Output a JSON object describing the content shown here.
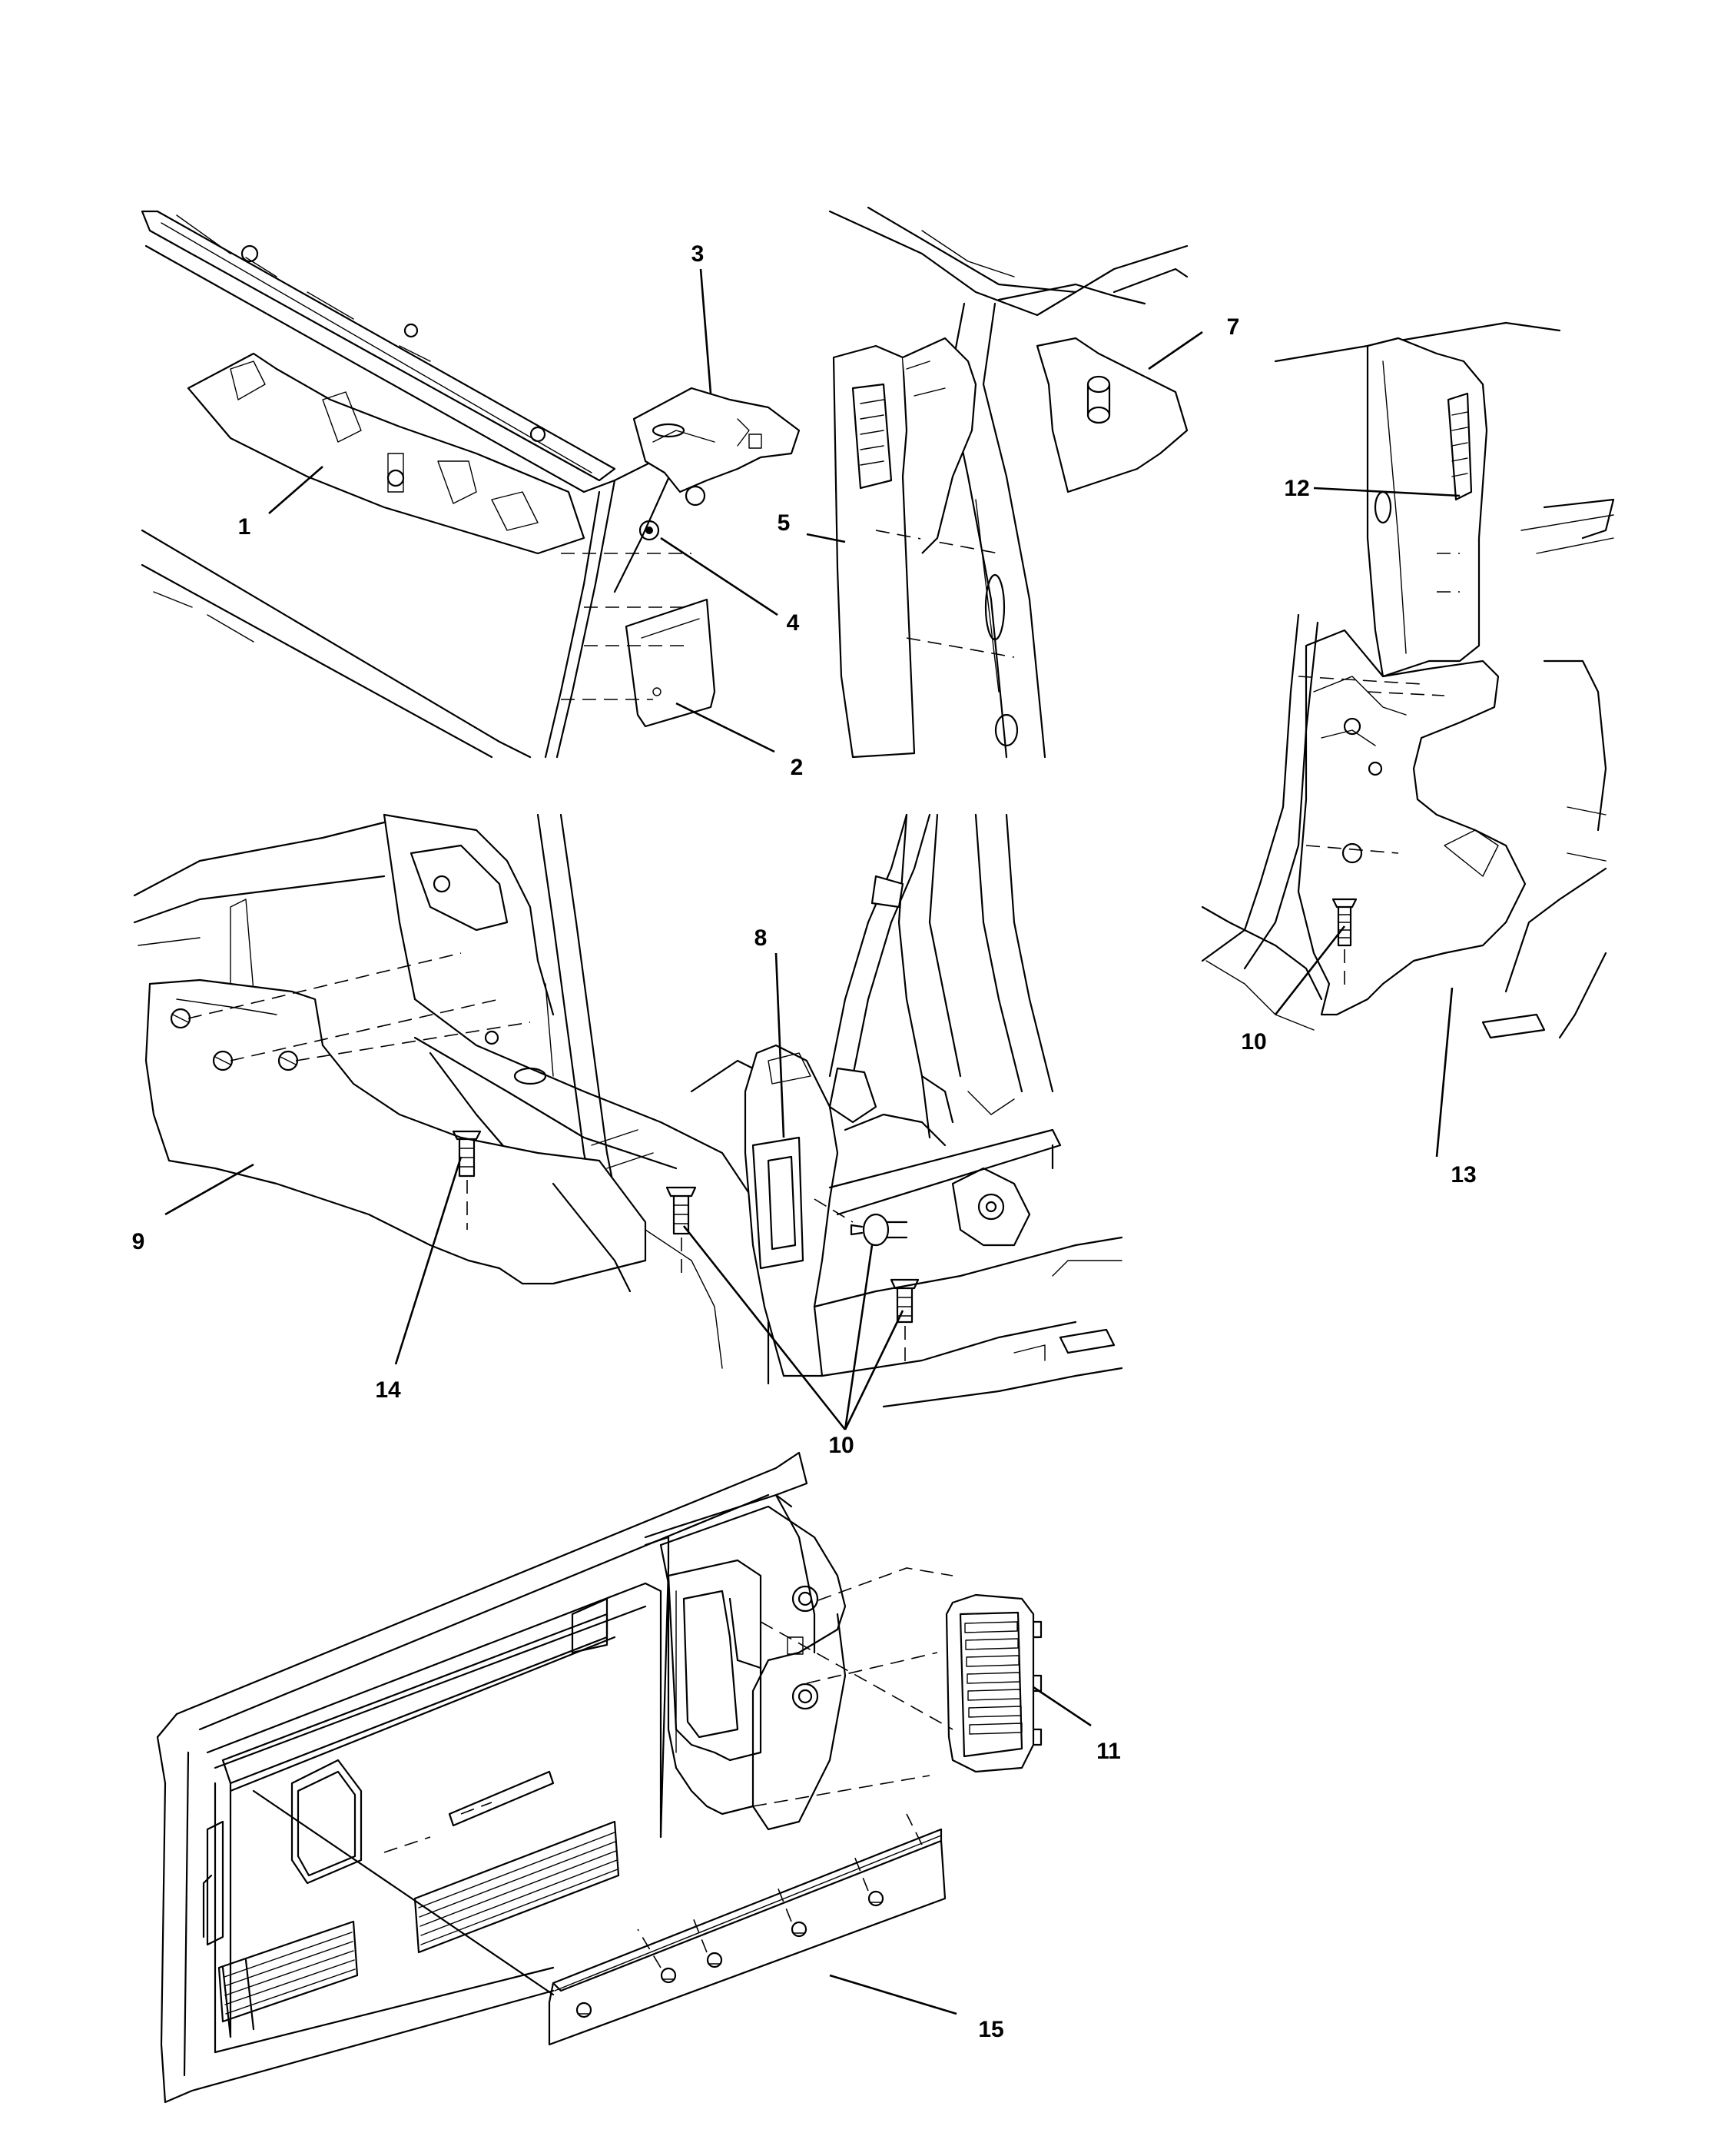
{
  "callouts": [
    {
      "id": "c1",
      "text": "1"
    },
    {
      "id": "c2",
      "text": "2"
    },
    {
      "id": "c3",
      "text": "3"
    },
    {
      "id": "c4",
      "text": "4"
    },
    {
      "id": "c5",
      "text": "5"
    },
    {
      "id": "c7",
      "text": "7"
    },
    {
      "id": "c8",
      "text": "8"
    },
    {
      "id": "c9",
      "text": "9"
    },
    {
      "id": "c10a",
      "text": "10"
    },
    {
      "id": "c10b",
      "text": "10"
    },
    {
      "id": "c11",
      "text": "11"
    },
    {
      "id": "c12",
      "text": "12"
    },
    {
      "id": "c13",
      "text": "13"
    },
    {
      "id": "c14",
      "text": "14"
    },
    {
      "id": "c15",
      "text": "15"
    }
  ],
  "colors": {
    "line": "#000000",
    "background": "#ffffff"
  }
}
